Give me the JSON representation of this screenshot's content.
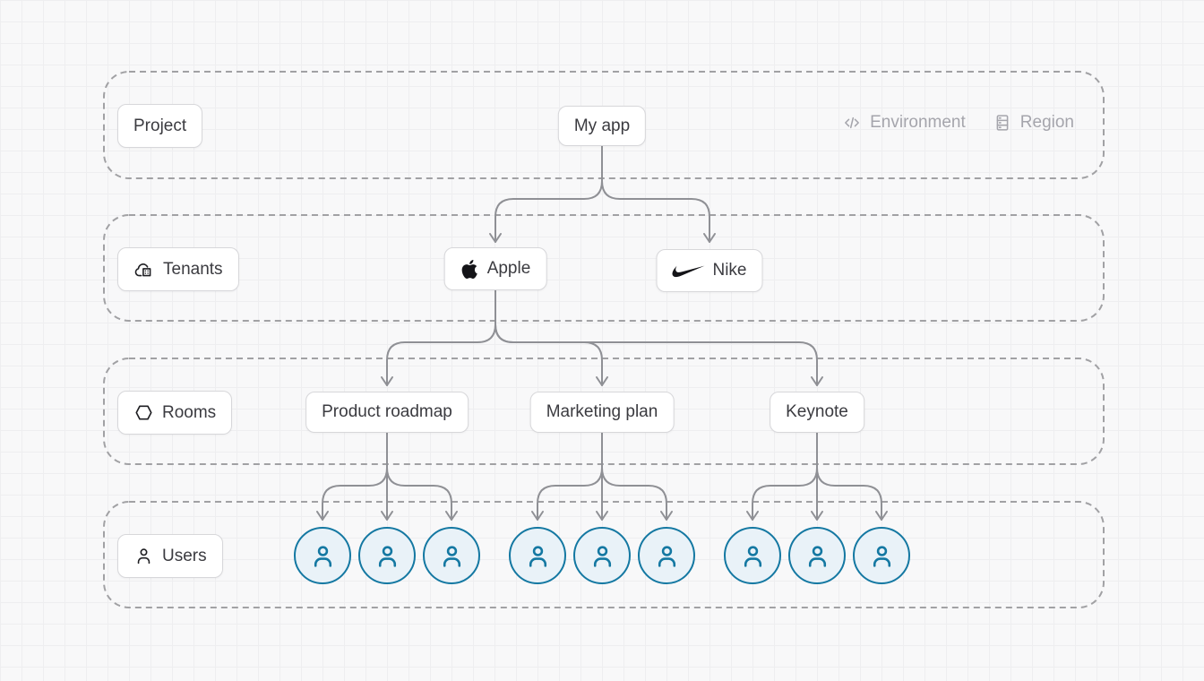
{
  "rows": {
    "project": {
      "label": "Project"
    },
    "tenants": {
      "label": "Tenants"
    },
    "rooms": {
      "label": "Rooms"
    },
    "users": {
      "label": "Users"
    }
  },
  "meta": {
    "environment_label": "Environment",
    "region_label": "Region"
  },
  "nodes": {
    "app": {
      "label": "My app"
    },
    "tenants": [
      {
        "label": "Apple",
        "icon": "apple-logo-icon"
      },
      {
        "label": "Nike",
        "icon": "nike-swoosh-icon"
      }
    ],
    "rooms": [
      {
        "label": "Product roadmap"
      },
      {
        "label": "Marketing plan"
      },
      {
        "label": "Keynote"
      }
    ],
    "user_count": 9
  },
  "icons": {
    "project_row": null,
    "tenants_row": "cloud-building-icon",
    "rooms_row": "hexagon-icon",
    "users_row": "person-icon",
    "environment": "code-brackets-icon",
    "region": "server-rack-icon",
    "user_node": "person-icon"
  },
  "colors": {
    "user-accent": "#1478a2",
    "user-fill": "#e9f2f8",
    "connector": "#8f9095",
    "row-border": "#a1a1a4",
    "node-border": "#d7d7da",
    "icon-dark": "#1f1f23",
    "muted": "#a5a5ac"
  }
}
